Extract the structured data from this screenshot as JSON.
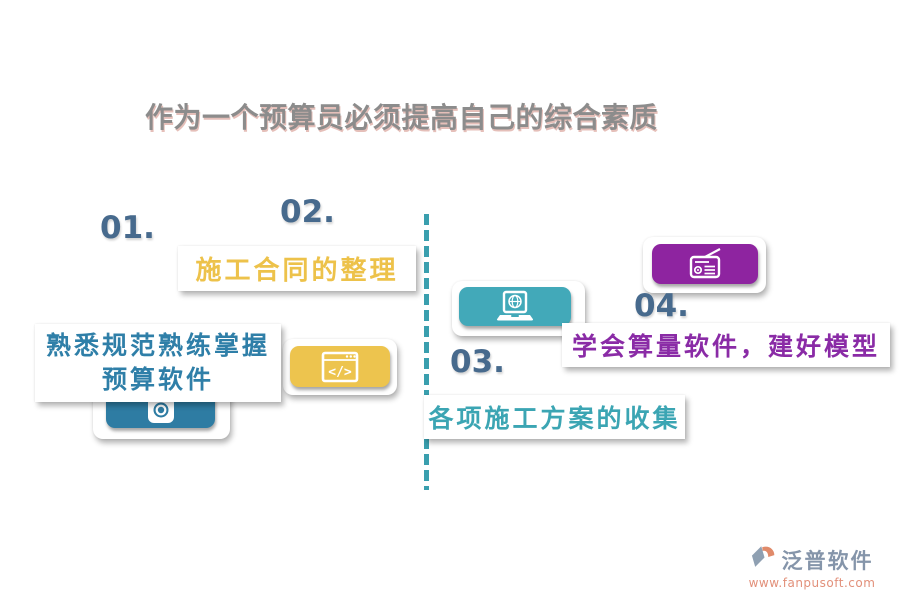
{
  "title": "作为一个预算员必须提高自己的综合素质",
  "divider": {
    "style": "vertical-dashed",
    "color": "#3a9fae"
  },
  "steps": [
    {
      "number": "01.",
      "line1": "熟悉规范熟练掌握",
      "line2": "预算软件",
      "text_color": "#2f7fa8",
      "icon": "camera-icon",
      "icon_color": "#2e7ca3"
    },
    {
      "number": "02.",
      "text": "施工合同的整理",
      "text_color": "#edc24a",
      "icon": "code-window-icon",
      "icon_color": "#edc44e"
    },
    {
      "number": "03.",
      "text": "各项施工方案的收集",
      "text_color": "#3ba5b3",
      "icon": "laptop-globe-icon",
      "icon_color": "#42a9b9"
    },
    {
      "number": "04.",
      "text": "学会算量软件，建好模型",
      "text_color": "#8a2ba6",
      "icon": "radio-icon",
      "icon_color": "#8e24a0"
    }
  ],
  "colors": {
    "title_text": "#8c8c8c",
    "step_number": "#476a8d",
    "background": "#ffffff"
  },
  "watermark": {
    "brand": "泛普软件",
    "url": "www.fanpusoft.com",
    "brand_color": "#8595aa",
    "url_color": "#e2907a"
  }
}
